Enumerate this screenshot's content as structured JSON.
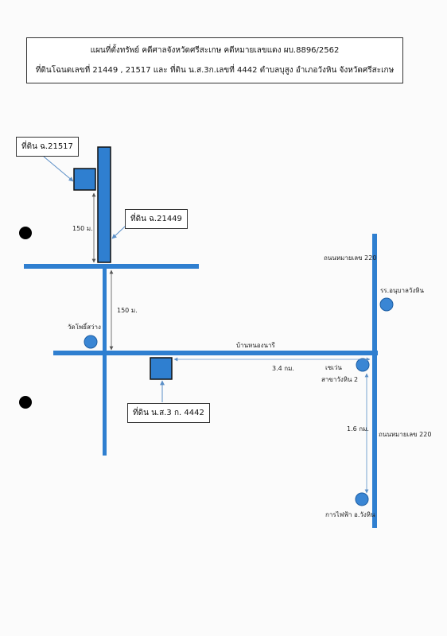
{
  "header": {
    "line1": "แผนที่ตั้งทรัพย์ คดีศาลจังหวัดศรีสะเกษ คดีหมายเลขแดง ผบ.8896/2562",
    "line2": "ที่ดินโฉนดเลขที่ 21449 , 21517 และ ที่ดิน น.ส.3ก.เลขที่ 4442 ตำบลบุสูง อำเภอวังหิน จังหวัดศรีสะเกษ"
  },
  "callouts": {
    "plot_21517": "ที่ดิน ฉ.21517",
    "plot_21449": "ที่ดิน ฉ.21449",
    "plot_4442": "ที่ดิน น.ส.3 ก. 4442"
  },
  "labels": {
    "dist_150_upper": "150 ม.",
    "dist_150_lower": "150 ม.",
    "road_220_top": "ถนนหมายเลข 220",
    "road_220_bottom": "ถนนหมายเลข 220",
    "school": "รร.อนุบาลวังหิน",
    "temple": "วัดโพธิ์สว่าง",
    "village": "บ้านหนองนารี",
    "dist_3_4": "3.4 กม.",
    "junction_line1": "เซเว่น",
    "junction_line2": "สาขาวังหิน 2",
    "dist_1_6": "1.6 กม.",
    "electricity": "การไฟฟ้า อ.วังหิน"
  },
  "colors": {
    "road": "#2f7fd0",
    "plot_fill": "#2f7fd0",
    "plot_border": "#111111",
    "arrow": "#5b8fc7",
    "landmark": "#3a86d4"
  }
}
